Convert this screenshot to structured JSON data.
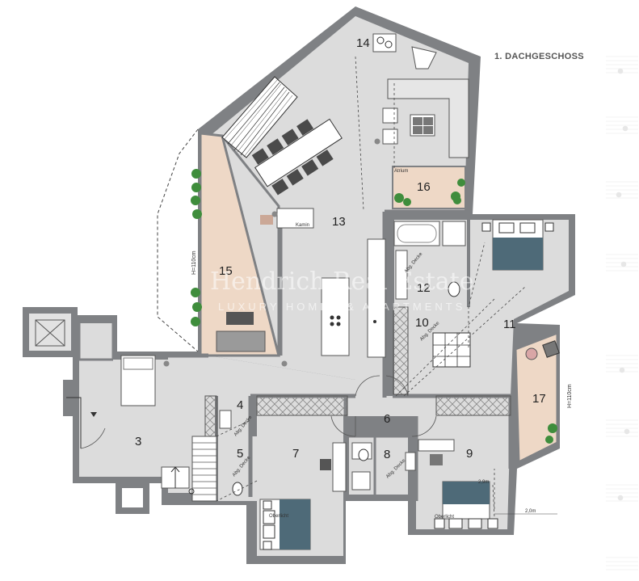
{
  "header": {
    "floor_label": "1. DACHGESCHOSS"
  },
  "rooms": [
    {
      "id": "room-3",
      "label": "3"
    },
    {
      "id": "room-4",
      "label": "4"
    },
    {
      "id": "room-5",
      "label": "5"
    },
    {
      "id": "room-6",
      "label": "6"
    },
    {
      "id": "room-7",
      "label": "7"
    },
    {
      "id": "room-8",
      "label": "8"
    },
    {
      "id": "room-9",
      "label": "9"
    },
    {
      "id": "room-10",
      "label": "10"
    },
    {
      "id": "room-11",
      "label": "11"
    },
    {
      "id": "room-12",
      "label": "12"
    },
    {
      "id": "room-13",
      "label": "13"
    },
    {
      "id": "room-14",
      "label": "14"
    },
    {
      "id": "room-15",
      "label": "15"
    },
    {
      "id": "room-16",
      "label": "16"
    },
    {
      "id": "room-17",
      "label": "17"
    }
  ],
  "annotations": {
    "atrium": "Atrium",
    "kamin": "Kamin",
    "height_15": "H=110cm",
    "height_17": "H=110cm",
    "oberlicht_1": "Oberlicht",
    "oberlicht_2": "Oberlicht",
    "abg_decke_10": "Abg. Decke",
    "abg_decke_4": "Abg. Decke",
    "abg_decke_5": "Abg. Decke",
    "abg_decke_8": "Abg. Decke",
    "abg_decke_12": "Abg. Decke",
    "dim_29": "2,9m",
    "dim_20": "2,0m"
  },
  "watermark": {
    "name": "Hendrich Real Estate",
    "tagline": "LUXURY HOMES & APARTMENTS"
  },
  "colors": {
    "wall": "#7f8184",
    "floor": "#dcdcdc",
    "terrace": "#eed8c6",
    "bed": "#4e6a78",
    "plant": "#3f8d3c"
  }
}
